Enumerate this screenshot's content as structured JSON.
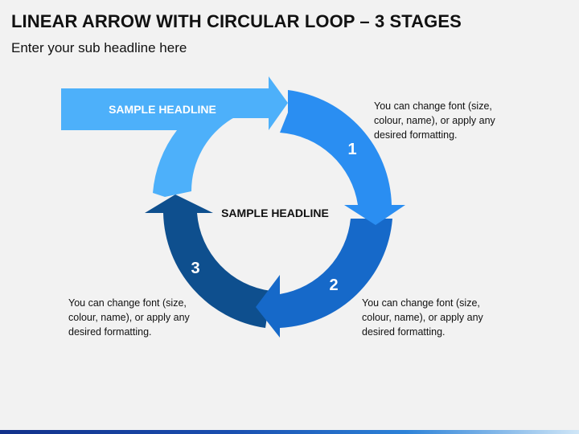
{
  "title": "LINEAR ARROW WITH CIRCULAR LOOP – 3 STAGES",
  "subtitle": "Enter your sub headline here",
  "arrow_headline": "SAMPLE HEADLINE",
  "center_headline": "SAMPLE HEADLINE",
  "stages": [
    {
      "number": "1",
      "description": "You can change font (size, colour, name), or apply any desired formatting.",
      "color": "#2a8ef2"
    },
    {
      "number": "2",
      "description": "You can change font (size, colour, name), or apply any desired formatting.",
      "color": "#1669c9"
    },
    {
      "number": "3",
      "description": "You can change font (size, colour, name), or apply any desired formatting.",
      "color": "#0e4f8e"
    }
  ],
  "colors": {
    "linear_arrow": "#4db0fa",
    "background": "#f2f2f2"
  }
}
